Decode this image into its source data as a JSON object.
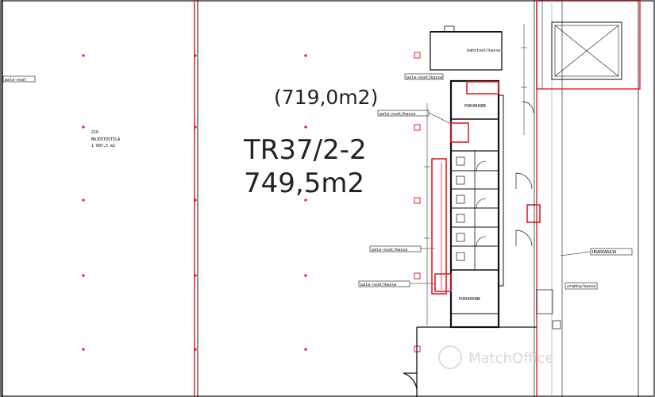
{
  "unit": {
    "id": "TR37/2-2",
    "area": "749,5m2",
    "previous_area": "(719,0m2)",
    "room_code": "210",
    "room_name": "MAJOITUSTILA",
    "room_area": "1 607,5 m2"
  },
  "rooms": {
    "kitchen_top": "kahvioat/kassa",
    "toilet_room_1": "PUKUHUONE",
    "toilet_room_2": "PUKUHUONE"
  },
  "labels": {
    "left_edge": "pala-ovat",
    "tag_1": "pala-ovat/kassa",
    "tag_2": "pala-ovat/kassa",
    "tag_3": "pala-ovat/kassa",
    "tag_4": "pala-ovat/kassa",
    "stair_label": "URAKKARAJA",
    "bottom_right": "urakka/kassa"
  },
  "watermark": "MatchOffice",
  "colors": {
    "red": "#e0202a",
    "black": "#111111",
    "grey": "#9a9a9a"
  }
}
